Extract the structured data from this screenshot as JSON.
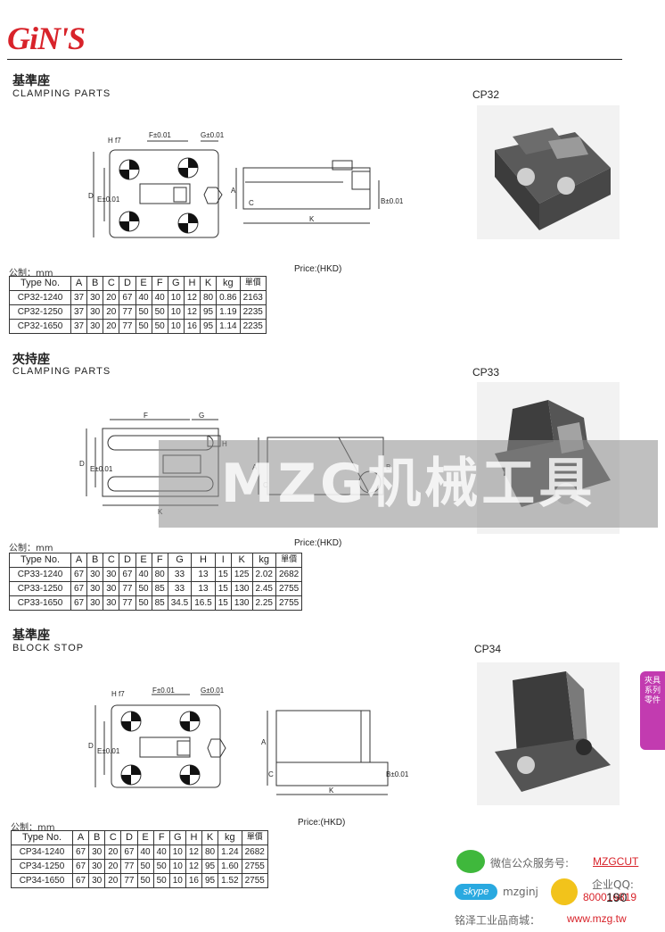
{
  "brand": {
    "logo": "GiN'S"
  },
  "sections": [
    {
      "zh": "基準座",
      "en": "CLAMPING PARTS",
      "model": "CP32",
      "unit": "公制：mm",
      "price": "Price:(HKD)",
      "headers": [
        "Type No.",
        "A",
        "B",
        "C",
        "D",
        "E",
        "F",
        "G",
        "H",
        "K",
        "kg",
        "單價"
      ],
      "rows": [
        [
          "CP32-1240",
          "37",
          "30",
          "20",
          "67",
          "40",
          "40",
          "10",
          "12",
          "80",
          "0.86",
          "2163"
        ],
        [
          "CP32-1250",
          "37",
          "30",
          "20",
          "77",
          "50",
          "50",
          "10",
          "12",
          "95",
          "1.19",
          "2235"
        ],
        [
          "CP32-1650",
          "37",
          "30",
          "20",
          "77",
          "50",
          "50",
          "10",
          "16",
          "95",
          "1.14",
          "2235"
        ]
      ],
      "dims": {
        "h": "H f7",
        "f": "F±0.01",
        "g": "G±0.01",
        "d": "D",
        "e": "E±0.01",
        "a": "A",
        "c": "C",
        "b": "B±0.01",
        "k": "K"
      }
    },
    {
      "zh": "夾持座",
      "en": "CLAMPING PARTS",
      "model": "CP33",
      "unit": "公制：mm",
      "price": "Price:(HKD)",
      "headers": [
        "Type No.",
        "A",
        "B",
        "C",
        "D",
        "E",
        "F",
        "G",
        "H",
        "I",
        "K",
        "kg",
        "單價"
      ],
      "rows": [
        [
          "CP33-1240",
          "67",
          "30",
          "30",
          "67",
          "40",
          "80",
          "33",
          "13",
          "15",
          "125",
          "2.02",
          "2682"
        ],
        [
          "CP33-1250",
          "67",
          "30",
          "30",
          "77",
          "50",
          "85",
          "33",
          "13",
          "15",
          "130",
          "2.45",
          "2755"
        ],
        [
          "CP33-1650",
          "67",
          "30",
          "30",
          "77",
          "50",
          "85",
          "34.5",
          "16.5",
          "15",
          "130",
          "2.25",
          "2755"
        ]
      ],
      "dims": {
        "f": "F",
        "g": "G",
        "h": "H",
        "d": "D",
        "e": "E±0.01",
        "a": "A",
        "c": "C",
        "b": "B",
        "k": "K"
      }
    },
    {
      "zh": "基準座",
      "en": "BLOCK STOP",
      "model": "CP34",
      "unit": "公制：mm",
      "price": "Price:(HKD)",
      "headers": [
        "Type No.",
        "A",
        "B",
        "C",
        "D",
        "E",
        "F",
        "G",
        "H",
        "K",
        "kg",
        "單價"
      ],
      "rows": [
        [
          "CP34-1240",
          "67",
          "30",
          "20",
          "67",
          "40",
          "40",
          "10",
          "12",
          "80",
          "1.24",
          "2682"
        ],
        [
          "CP34-1250",
          "67",
          "30",
          "20",
          "77",
          "50",
          "50",
          "10",
          "12",
          "95",
          "1.60",
          "2755"
        ],
        [
          "CP34-1650",
          "67",
          "30",
          "20",
          "77",
          "50",
          "50",
          "10",
          "16",
          "95",
          "1.52",
          "2755"
        ]
      ],
      "dims": {
        "h": "H f7",
        "f": "F±0.01",
        "g": "G±0.01",
        "d": "D",
        "e": "E±0.01",
        "a": "A",
        "c": "C",
        "b": "B±0.01",
        "k": "K"
      }
    }
  ],
  "side_tab": "夾具系列零件",
  "watermark": "MZG机械工具",
  "footer": {
    "wechat_label": "微信公众服务号:",
    "wechat_id": "MZGCUT",
    "skype_id": "mzginj",
    "qq_label": "企业QQ:",
    "qq_number": "800016819",
    "mall_label": "铭泽工业品商城：",
    "mall_url": "www.mzg.tw",
    "page_number": "190",
    "skype_logo": "skype"
  },
  "colors": {
    "brand_red": "#d8232a",
    "tab_magenta": "#c23bb0",
    "wechat_green": "#3fb83c",
    "skype_blue": "#29a9e0"
  }
}
